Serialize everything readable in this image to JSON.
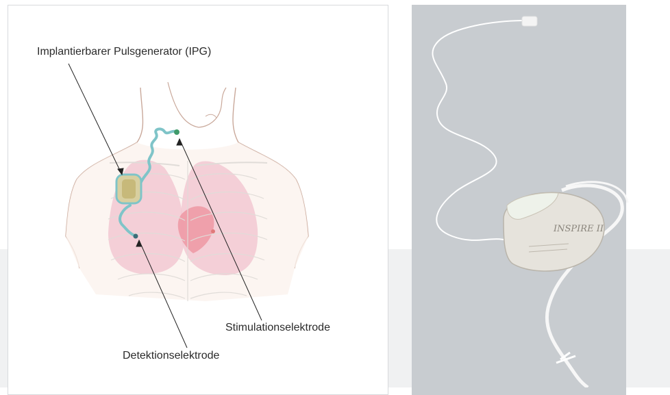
{
  "labels": {
    "ipg": "Implantierbarer Pulsgenerator (IPG)",
    "stimulation": "Stimulationselektrode",
    "detection": "Detektionselektrode"
  },
  "device": {
    "brand": "INSPIRE II"
  },
  "colors": {
    "lead": "#7fc4c8",
    "lung": "#f2c8d2",
    "body_outline": "#c9a89a",
    "panel_gray": "#c8ccd0",
    "device_silver": "#e6e3dc"
  }
}
